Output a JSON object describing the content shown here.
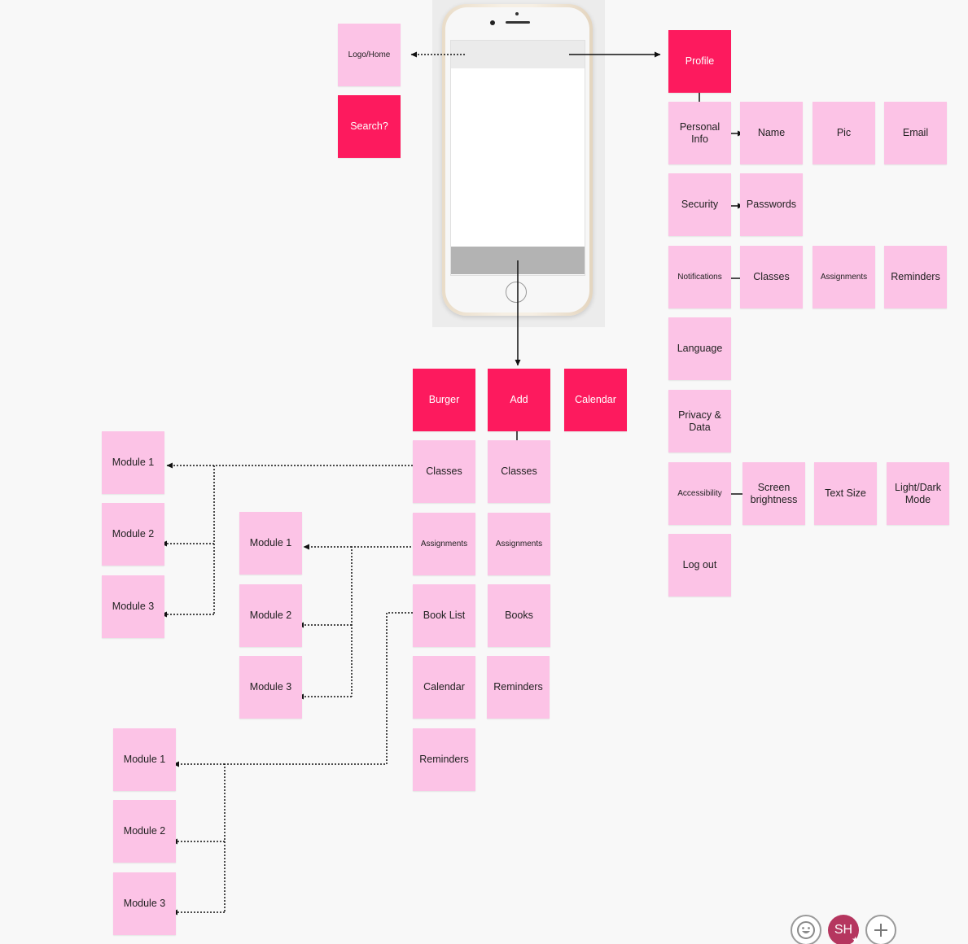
{
  "colors": {
    "note_light": "#fcc3e6",
    "note_dark": "#fd1a5e",
    "background": "#f8f8f8",
    "avatar": "#b5365f"
  },
  "notes": {
    "logo_home": "Logo/Home",
    "search": "Search?",
    "profile": "Profile",
    "personal_info": "Personal\nInfo",
    "name": "Name",
    "pic": "Pic",
    "email": "Email",
    "security": "Security",
    "passwords": "Passwords",
    "notifications": "Notifications",
    "notif_classes": "Classes",
    "notif_assignments": "Assignments",
    "notif_reminders": "Reminders",
    "language": "Language",
    "privacy_data": "Privacy &\nData",
    "accessibility": "Accessibility",
    "screen_brightness": "Screen\nbrightness",
    "text_size": "Text Size",
    "light_dark_mode": "Light/Dark\nMode",
    "log_out": "Log out",
    "burger": "Burger",
    "add": "Add",
    "calendar_top": "Calendar",
    "burger_classes": "Classes",
    "burger_assignments": "Assignments",
    "burger_book_list": "Book List",
    "burger_calendar": "Calendar",
    "burger_reminders": "Reminders",
    "add_classes": "Classes",
    "add_assignments": "Assignments",
    "add_books": "Books",
    "add_reminders": "Reminders",
    "classes_module_1": "Module 1",
    "classes_module_2": "Module 2",
    "classes_module_3": "Module 3",
    "assign_module_1": "Module 1",
    "assign_module_2": "Module 2",
    "assign_module_3": "Module 3",
    "books_module_1": "Module 1",
    "books_module_2": "Module 2",
    "books_module_3": "Module 3"
  },
  "toolbar": {
    "emoji_icon": "smiley-icon",
    "avatar_initials": "SH",
    "add_icon": "plus-icon"
  }
}
